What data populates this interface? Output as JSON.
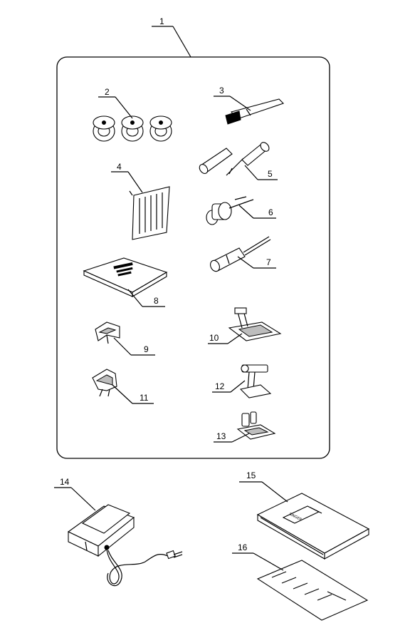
{
  "callouts": [
    {
      "id": "1",
      "label": "1"
    },
    {
      "id": "2",
      "label": "2"
    },
    {
      "id": "3",
      "label": "3"
    },
    {
      "id": "4",
      "label": "4"
    },
    {
      "id": "5",
      "label": "5"
    },
    {
      "id": "6",
      "label": "6"
    },
    {
      "id": "7",
      "label": "7"
    },
    {
      "id": "8",
      "label": "8"
    },
    {
      "id": "9",
      "label": "9"
    },
    {
      "id": "10",
      "label": "10"
    },
    {
      "id": "11",
      "label": "11"
    },
    {
      "id": "12",
      "label": "12"
    },
    {
      "id": "13",
      "label": "13"
    },
    {
      "id": "14",
      "label": "14"
    },
    {
      "id": "15",
      "label": "15"
    },
    {
      "id": "16",
      "label": "16"
    }
  ],
  "colors": {
    "ink": "#000000",
    "paper": "#ffffff",
    "shade": "#bdbdbd"
  }
}
